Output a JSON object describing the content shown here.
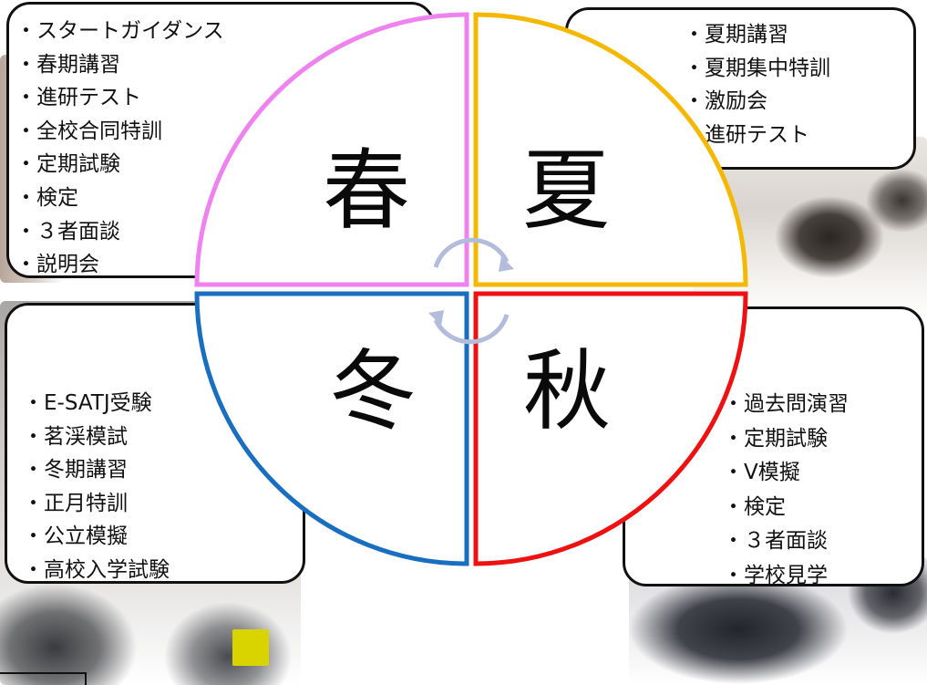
{
  "seasons": {
    "spring": {
      "label": "春",
      "color": "#ee82ee",
      "items": [
        "スタートガイダンス",
        "春期講習",
        "進研テスト",
        "全校合同特訓",
        "定期試験",
        "検定",
        "３者面談",
        "説明会"
      ]
    },
    "summer": {
      "label": "夏",
      "color": "#f5b800",
      "items": [
        "夏期講習",
        "夏期集中特訓",
        "激励会",
        "進研テスト"
      ]
    },
    "autumn": {
      "label": "秋",
      "color": "#ee1111",
      "items": [
        "過去問演習",
        "定期試験",
        "V模擬",
        "検定",
        "３者面談",
        "学校見学"
      ]
    },
    "winter": {
      "label": "冬",
      "color": "#1a6ec0",
      "items": [
        "E-SATJ受験",
        "茗渓模試",
        "冬期講習",
        "正月特訓",
        "公立模擬",
        "高校入学試験"
      ]
    }
  },
  "cycle_icon": "circular-arrows-icon",
  "cycle_color": "#b4bcdc"
}
